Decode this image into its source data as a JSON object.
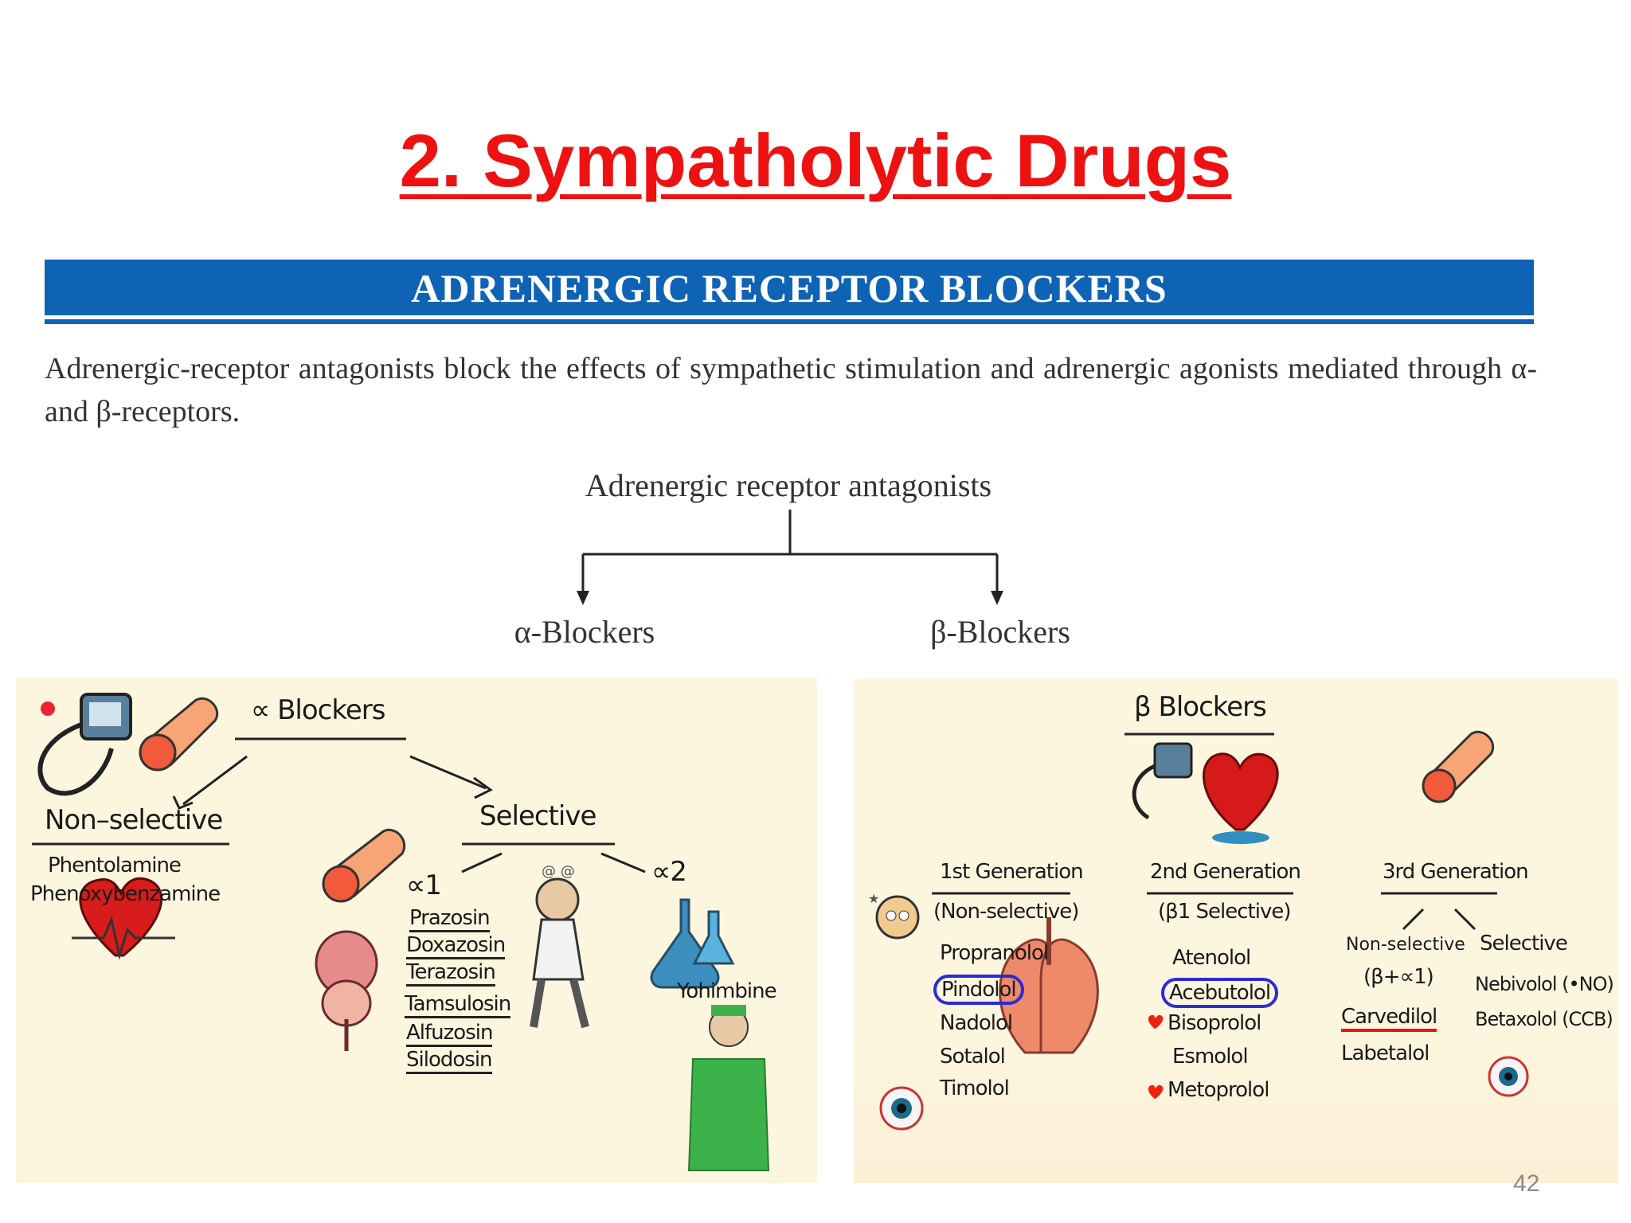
{
  "title": "2. Sympatholytic Drugs",
  "banner": "ADRENERGIC RECEPTOR BLOCKERS",
  "intro": "Adrenergic-receptor antagonists block the effects of sympathetic stimulation and adrenergic agonists mediated through α- and β-receptors.",
  "tree": {
    "root": "Adrenergic receptor antagonists",
    "left": "α-Blockers",
    "right": "β-Blockers"
  },
  "alpha_panel": {
    "heading": "∝ Blockers",
    "nonselective": {
      "label": "Non–selective",
      "drugs": [
        "Phentolamine",
        "Phenoxybenzamine"
      ]
    },
    "selective": {
      "label": "Selective",
      "alpha1": "∝1",
      "alpha2": "∝2",
      "alpha1_drugs": [
        "Prazosin",
        "Doxazosin",
        "Terazosin",
        "Tamsulosin",
        "Alfuzosin",
        "Silodosin"
      ],
      "alpha2_drugs": [
        "Yohimbine"
      ]
    }
  },
  "beta_panel": {
    "heading": "β Blockers",
    "gen1": {
      "label": "1st Generation",
      "sub": "(Non-selective)",
      "drugs": [
        "Propranolol",
        "Pindolol",
        "Nadolol",
        "Sotalol",
        "Timolol"
      ]
    },
    "gen2": {
      "label": "2nd Generation",
      "sub": "(β1 Selective)",
      "drugs": [
        "Atenolol",
        "Acebutolol",
        "Bisoprolol",
        "Esmolol",
        "Metoprolol"
      ]
    },
    "gen3": {
      "label": "3rd Generation",
      "nonselective": "Non-selective",
      "nonselective_sub": "(β+∝1)",
      "nonselective_drugs": [
        "Carvedilol",
        "Labetalol"
      ],
      "selective": "Selective",
      "selective_drugs": [
        "Nebivolol (•NO)",
        "Betaxolol (CCB)"
      ]
    }
  },
  "page_number": "42",
  "colors": {
    "title": "#ee1111",
    "banner": "#0f63b5",
    "panel": "#fdf6df",
    "circle": "#2b2bd6"
  }
}
